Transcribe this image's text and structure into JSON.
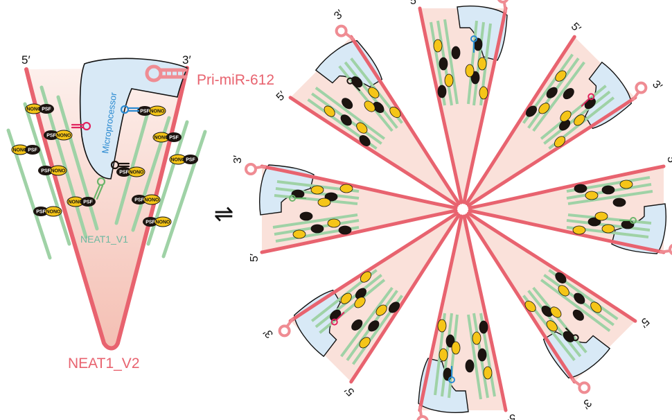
{
  "labels": {
    "five_prime": "5′",
    "three_prime": "3′",
    "microprocessor": "Microprocessor",
    "pri_mir": "Pri-miR-612",
    "neat1_v1": "NEAT1_V1",
    "neat1_v2": "NEAT1_V2",
    "nono": "NONO",
    "psf": "PSF",
    "equilibrium_symbol": "⇌"
  },
  "colors": {
    "neat1_v2_strand": "#e8636f",
    "neat1_v2_fill": "#f9dcd3",
    "neat1_v1_strand": "#9fd2a6",
    "microprocessor_fill": "#d8e9f6",
    "pri_mir_hairpin": "#ef8c93",
    "nono_protein": "#f5c518",
    "psf_protein": "#1c1410",
    "mir_hairpin_blue": "#2a8ad1",
    "mir_hairpin_red": "#e0245e",
    "mir_hairpin_green": "#6cb56b",
    "label_neat1_v1": "#6cb8a0",
    "label_neat1_v2": "#e8636f"
  }
}
